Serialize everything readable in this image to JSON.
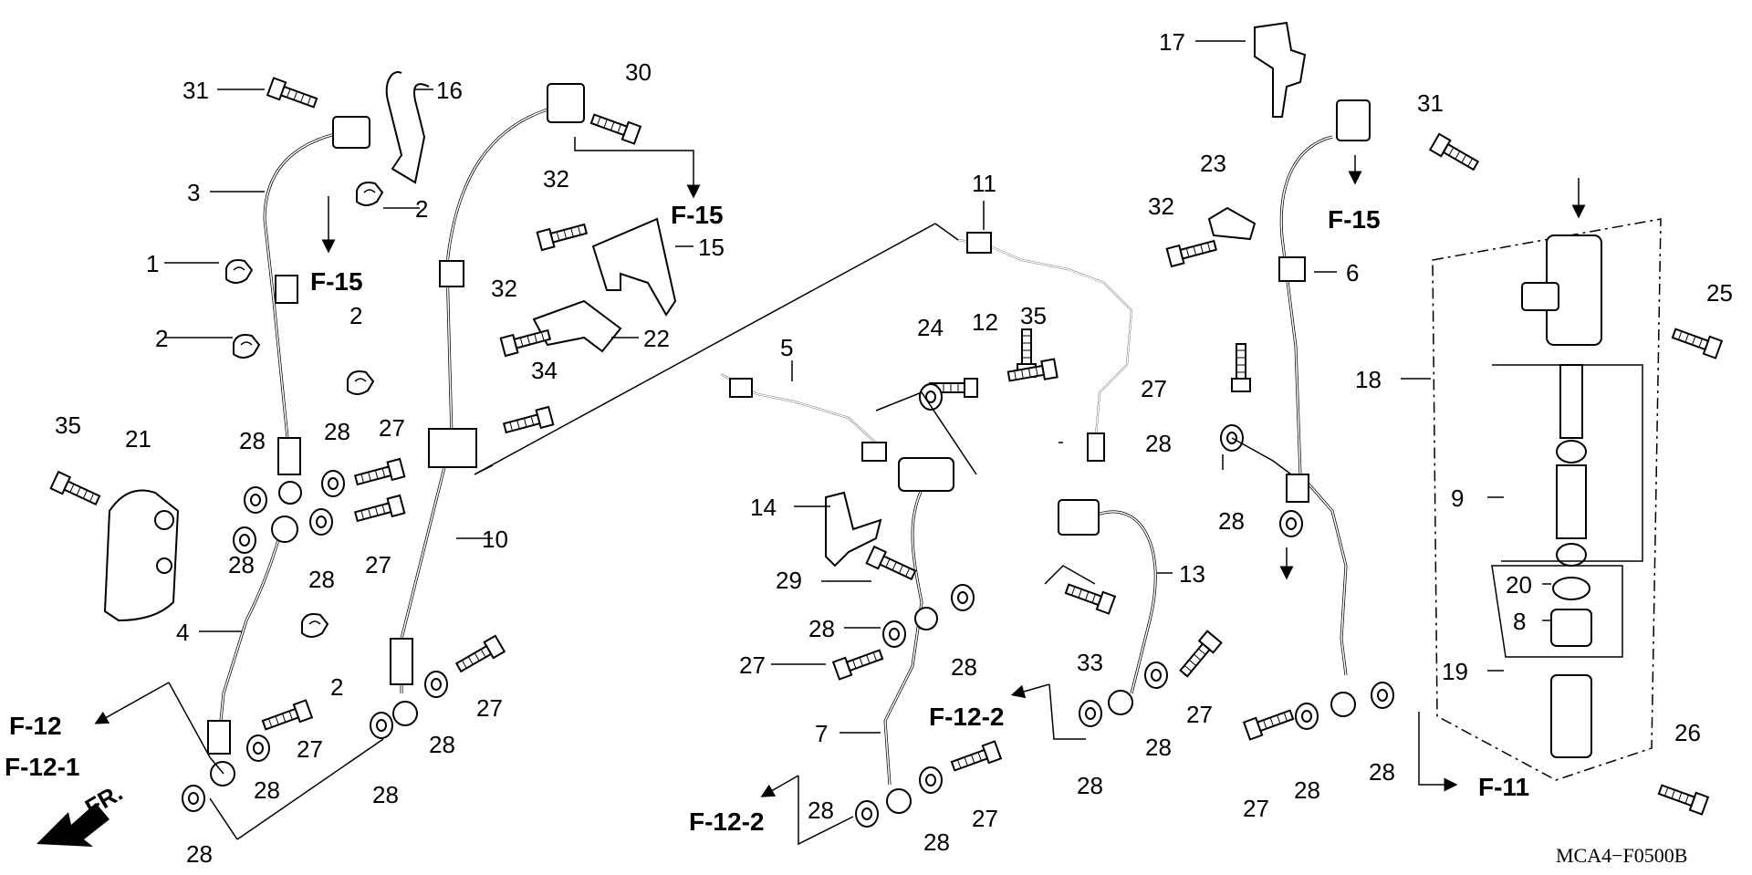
{
  "diagram": {
    "code": "MCA4−F0500B",
    "front_label": "FR.",
    "refs": {
      "f15": "F-15",
      "f12": "F-12",
      "f12_1": "F-12-1",
      "f12_2": "F-12-2",
      "f11": "F-11"
    },
    "parts": {
      "p1": "1",
      "p2": "2",
      "p3": "3",
      "p4": "4",
      "p5": "5",
      "p6": "6",
      "p7": "7",
      "p8": "8",
      "p9": "9",
      "p10": "10",
      "p11": "11",
      "p12": "12",
      "p13": "13",
      "p14": "14",
      "p15": "15",
      "p16": "16",
      "p17": "17",
      "p18": "18",
      "p19": "19",
      "p20": "20",
      "p21": "21",
      "p22": "22",
      "p23": "23",
      "p24": "24",
      "p25": "25",
      "p26": "26",
      "p27": "27",
      "p28": "28",
      "p29": "29",
      "p30": "30",
      "p31": "31",
      "p32": "32",
      "p33": "33",
      "p34": "34",
      "p35": "35"
    },
    "icons": {
      "hose": "brake-hose-icon",
      "pipe": "brake-pipe-icon",
      "bolt": "bolt-icon",
      "washer": "sealing-washer-icon",
      "clamp": "hose-clamp-icon",
      "bracket": "bracket-icon",
      "valve": "delay-valve-icon",
      "arrow": "front-arrow-icon"
    }
  }
}
